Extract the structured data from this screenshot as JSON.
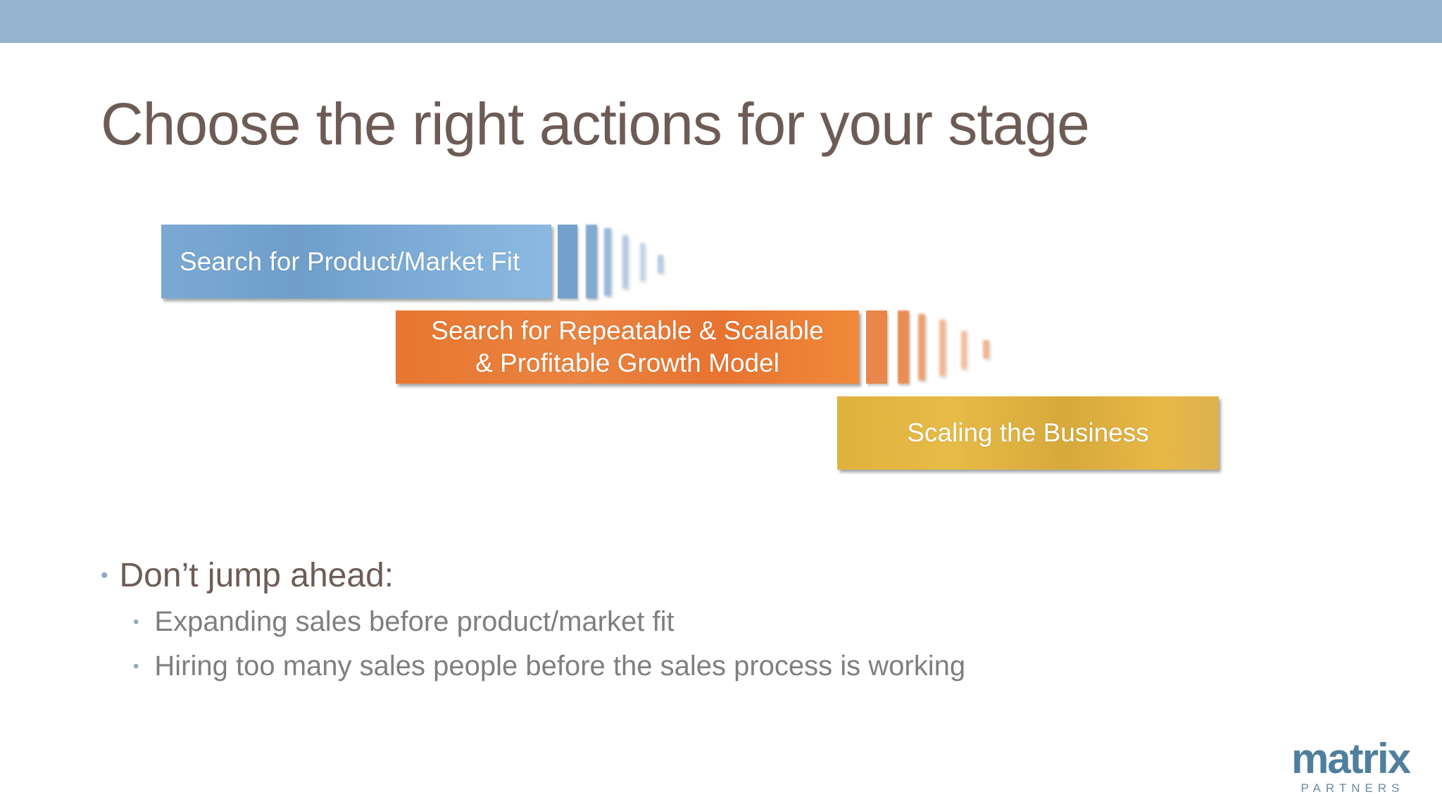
{
  "slide": {
    "title": "Choose the right actions for your stage"
  },
  "stages": [
    {
      "label": "Search for Product/Market Fit",
      "color": "#7aaad4"
    },
    {
      "label": "Search for Repeatable & Scalable\n& Profitable Growth Model",
      "color": "#e8762f"
    },
    {
      "label": "Scaling the Business",
      "color": "#dfb23d"
    }
  ],
  "bullets": {
    "main": "Don’t jump ahead:",
    "subs": [
      "Expanding sales before product/market fit",
      "Hiring too many sales people before the sales process is working"
    ]
  },
  "logo": {
    "word": "matrix",
    "sub": "PARTNERS"
  },
  "colors": {
    "top_band": "#95b3cf",
    "title": "#6d5c55",
    "bullet_text": "#7f7f7f"
  }
}
